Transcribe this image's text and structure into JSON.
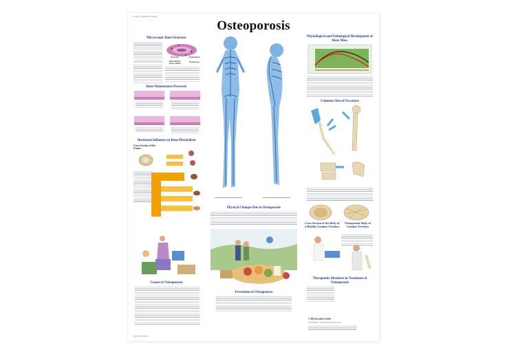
{
  "poster": {
    "product_code": "VR 1121 L  1002321 | 1002321",
    "title": "Osteoporosis",
    "footer_code": "1002321 VR 1121 L",
    "publisher": "© 3B Scientific GmbH",
    "publisher_address": "Rudorffweg 8 · 21031 Hamburg, Germany"
  },
  "left": {
    "micro": {
      "heading": "Microscopic Bone Structure",
      "labels": [
        "Osteoid",
        "Osteoblast",
        "Mineralized bone matrix",
        "Osteocyte"
      ]
    },
    "remodel": {
      "heading": "Bone Maintenance Processes"
    },
    "hormone": {
      "heading": "Hormonal Influence on Bone Metabolism",
      "femur_label": "Cross Section of the Femur"
    },
    "causes": {
      "heading": "Causes of Osteoporosis"
    }
  },
  "center": {
    "physical": {
      "heading": "Physical Changes Due to Osteoporosis"
    },
    "prevention": {
      "heading": "Prevention of Osteoporosis"
    }
  },
  "right": {
    "mass": {
      "heading": "Physiological and Pathological Development of Bone Mass"
    },
    "fractures": {
      "heading": "Common Sites of Fractures"
    },
    "cross_section": {
      "heading": "Cross Section of the Body of a Healthy Lumbar Vertebra"
    },
    "osteo_vert": {
      "heading": "Osteoporotic Body of Lumbar Vertebra"
    },
    "therapy": {
      "heading": "Therapeutic Measures in Treatment of Osteoporosis"
    }
  },
  "colors": {
    "heading_blue": "#1e3a8a",
    "figure_blue": "#7fb2e3",
    "tissue_pink": "#c97fb8",
    "hormone_orange": "#f2a100"
  }
}
